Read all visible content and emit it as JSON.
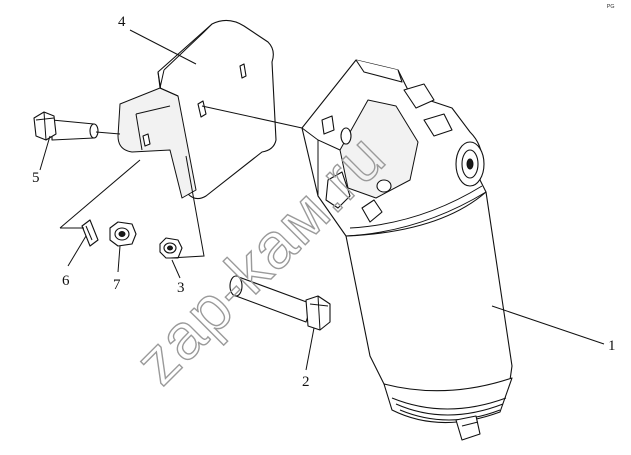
{
  "diagram": {
    "corner_mark": "ᴾᴳ",
    "watermark": "zap-kaм.ru",
    "callouts": [
      {
        "id": "1",
        "label": "1"
      },
      {
        "id": "2",
        "label": "2"
      },
      {
        "id": "3",
        "label": "3"
      },
      {
        "id": "4",
        "label": "4"
      },
      {
        "id": "5",
        "label": "5"
      },
      {
        "id": "6",
        "label": "6"
      },
      {
        "id": "7",
        "label": "7"
      }
    ],
    "line_color": "#111111",
    "watermark_color": "#9a9a9a"
  }
}
